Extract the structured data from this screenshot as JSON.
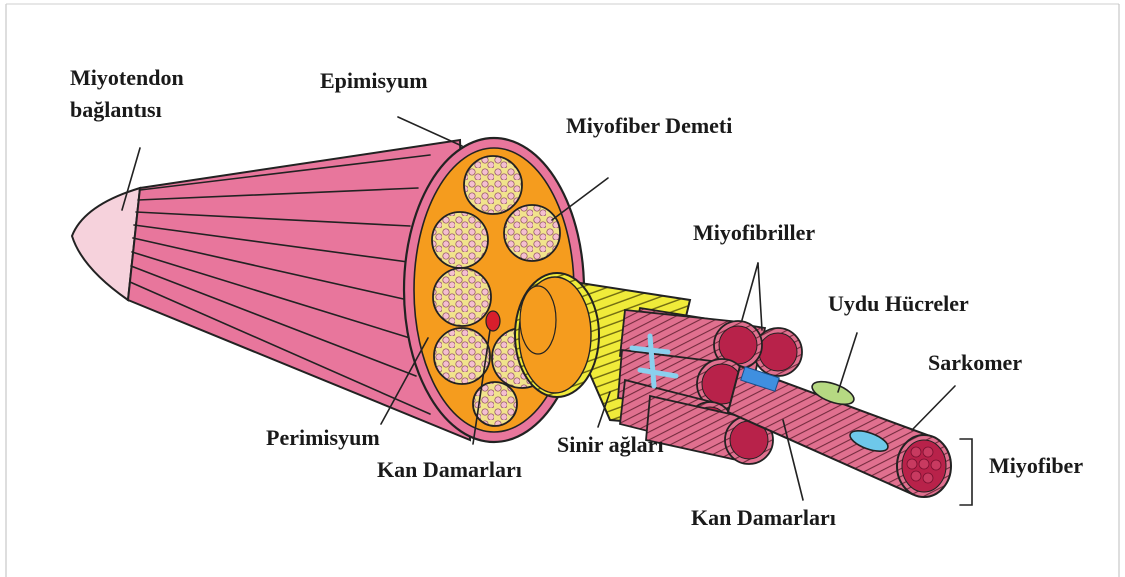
{
  "labels": {
    "myotendon_1": "Miyotendon",
    "myotendon_2": "bağlantısı",
    "epimysium": "Epimisyum",
    "fascicle": "Miyofiber Demeti",
    "myofibrils": "Miyofibriller",
    "satellite": "Uydu Hücreler",
    "sarcomere": "Sarkomer",
    "myofiber": "Miyofiber",
    "perimysium": "Perimisyum",
    "blood_vessels_left": "Kan Damarları",
    "nerves": "Sinir ağları",
    "blood_vessels_right": "Kan Damarları"
  },
  "colors": {
    "muscle_pink": "#e8769c",
    "tendon_pink": "#f6d2dc",
    "section_orange": "#f59c1e",
    "fascicle_yellow": "#f1e38c",
    "sheath_yellow": "#f0eb3a",
    "fiber_pink": "#e0708f",
    "fiber_core": "#b8224a",
    "nucleus_blue": "#6ec8ea",
    "vessel_red": "#d81e2c",
    "satellite_green": "#b6d982"
  }
}
